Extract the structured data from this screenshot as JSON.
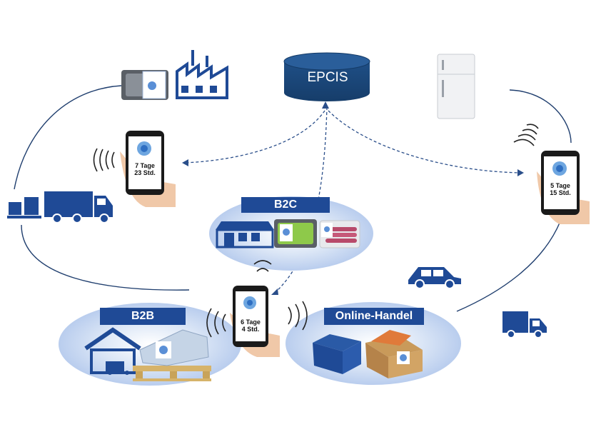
{
  "colors": {
    "primary": "#1f4a96",
    "accent": "#3a66b5",
    "line": "#1f3e6e",
    "bubble": "#c9d9f1"
  },
  "epcis": {
    "label": "EPCIS"
  },
  "segments": {
    "b2c": {
      "label": "B2C"
    },
    "b2b": {
      "label": "B2B"
    },
    "online": {
      "label": "Online-Handel"
    }
  },
  "phones": {
    "left": {
      "line1": "7 Tage",
      "line2": "23 Std."
    },
    "center": {
      "line1": "6 Tage",
      "line2": "4 Std."
    },
    "right": {
      "line1": "5 Tage",
      "line2": "15 Std."
    }
  },
  "icons": [
    "database-icon",
    "factory-icon",
    "product-tray-icon",
    "fridge-icon",
    "truck-icon",
    "pallet-icon",
    "shop-icon",
    "warehouse-icon",
    "car-icon",
    "van-icon",
    "package-box-icon",
    "smartphone-icon",
    "signal-waves-icon"
  ]
}
